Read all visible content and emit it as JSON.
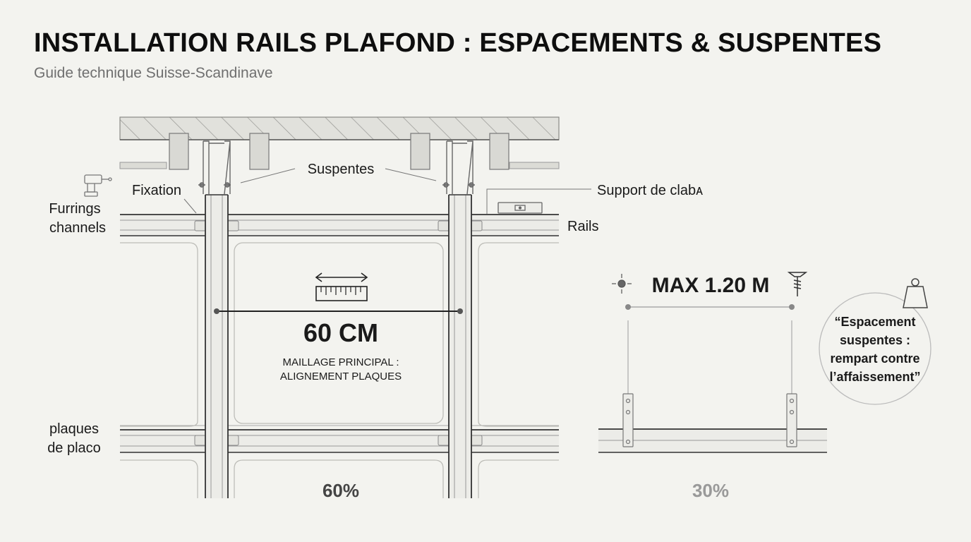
{
  "header": {
    "title": "INSTALLATION RAILS PLAFOND : ESPACEMENTS & SUSPENTES",
    "subtitle": "Guide technique Suisse-Scandinave"
  },
  "labels": {
    "suspentes": "Suspentes",
    "fixation": "Fixation",
    "furrings_line1": "Furrings",
    "furrings_line2": "channels",
    "support": "Support de clabᴀ",
    "rails": "Rails",
    "plaques_line1": "plaques",
    "plaques_line2": "de placo",
    "spacing_main": "60 CM",
    "spacing_caption_line1": "MAILLAGE PRINCIPAL :",
    "spacing_caption_line2": "ALIGNEMENT PLAQUES",
    "max_spacing": "MAX 1.20 M",
    "quote_line1": "“Espacement",
    "quote_line2": "suspentes :",
    "quote_line3": "rempart contre",
    "quote_line4": "l’affaissement”",
    "percent_left": "60%",
    "percent_right": "30%"
  },
  "icons": [
    "drill-icon",
    "ruler-icon",
    "screw-icon",
    "weight-icon",
    "level-icon",
    "crosshair-icon"
  ],
  "colors": {
    "background": "#f3f3ef",
    "ink": "#111111",
    "line": "#555555",
    "muted": "#777777"
  }
}
